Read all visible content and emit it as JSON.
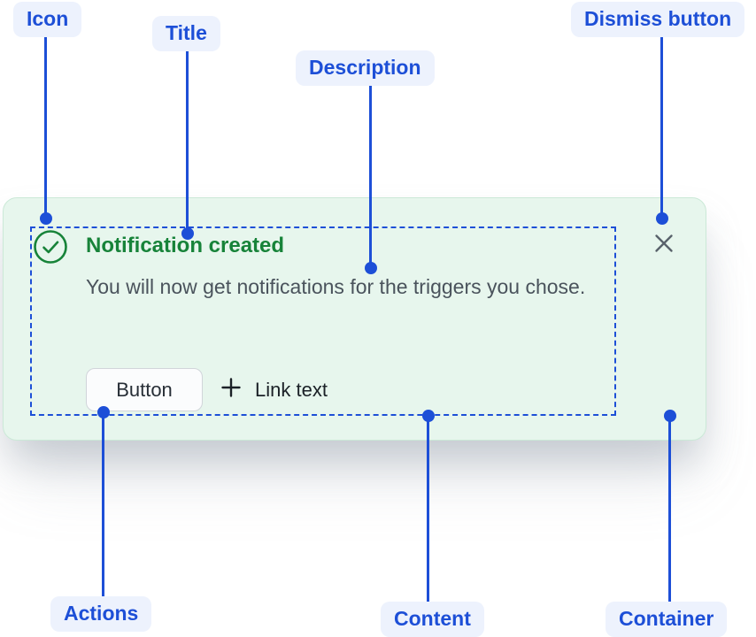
{
  "annotations": {
    "icon": {
      "label": "Icon"
    },
    "title": {
      "label": "Title"
    },
    "description": {
      "label": "Description"
    },
    "dismiss": {
      "label": "Dismiss button"
    },
    "actions": {
      "label": "Actions"
    },
    "content": {
      "label": "Content"
    },
    "container": {
      "label": "Container"
    }
  },
  "toast": {
    "title": "Notification created",
    "description": "You will now get notifications for the triggers you chose.",
    "button_label": "Button",
    "link_label": "Link text",
    "status_icon": "check-circle-icon",
    "dismiss_icon": "close-icon",
    "link_icon": "plus-icon"
  },
  "colors": {
    "annotation_blue": "#1d4fd7",
    "annotation_label_bg": "#edf2fd",
    "card_bg": "#e7f6ed",
    "card_border": "#cbe9d7",
    "success_green": "#178339",
    "description_text": "#4a535c",
    "button_bg": "#fbfcfd",
    "button_border": "#d1d5da",
    "button_text": "#272e36",
    "link_text": "#1b2127",
    "close_gray": "#59626b"
  }
}
